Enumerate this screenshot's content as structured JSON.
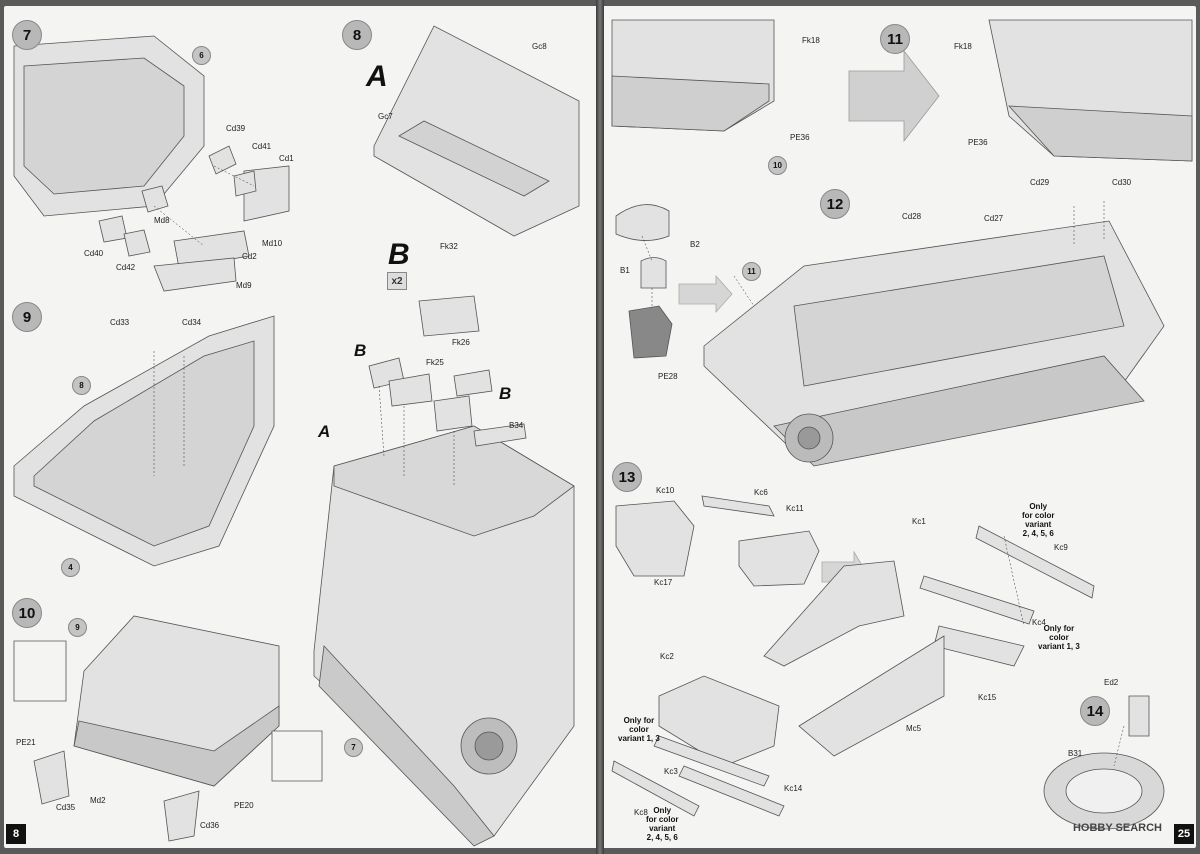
{
  "pages": {
    "left_number": "8",
    "right_number": "25"
  },
  "steps": {
    "s7": {
      "num": "7",
      "parts": [
        "Cd39",
        "Cd41",
        "Cd1",
        "Md8",
        "Cd40",
        "Cd42",
        "Md10",
        "Cd2",
        "Md9"
      ],
      "sub": "6"
    },
    "s8": {
      "num": "8",
      "sub_a": "A",
      "sub_b": "B",
      "multiplier": "x2",
      "parts": [
        "Gc8",
        "Gc7",
        "Fk32",
        "Fk26",
        "Fk25",
        "B34"
      ],
      "sub_circle": "7"
    },
    "s9": {
      "num": "9",
      "parts": [
        "Cd33",
        "Cd34"
      ],
      "sub_top": "8",
      "sub_bottom": "4"
    },
    "s10": {
      "num": "10",
      "sub": "9",
      "parts": [
        "PE21",
        "Cd35",
        "Md2",
        "Cd36",
        "PE20"
      ]
    },
    "s11": {
      "num": "11",
      "parts": [
        "Fk18",
        "PE36",
        "Fk18",
        "PE36"
      ],
      "sub": "10"
    },
    "s12": {
      "num": "12",
      "parts": [
        "B2",
        "B1",
        "PE28",
        "Cd28",
        "Cd27",
        "Cd29",
        "Cd30"
      ],
      "sub": "11"
    },
    "s13": {
      "num": "13",
      "parts": [
        "Kc10",
        "Kc6",
        "Kc11",
        "Kc17",
        "Kc1",
        "Kc9",
        "Kc4",
        "Kc15",
        "Kc2",
        "Mc5",
        "Kc3",
        "Kc14",
        "Kc8"
      ],
      "note1": "Only\nfor color\nvariant\n2, 4, 5, 6",
      "note2": "Only for\ncolor\nvariant 1, 3",
      "note3": "Only for\ncolor\nvariant 1, 3",
      "note4": "Only\nfor color\nvariant\n2, 4, 5, 6"
    },
    "s14": {
      "num": "14",
      "parts": [
        "Ed2",
        "B31"
      ]
    }
  },
  "watermark": "HOBBY SEARCH"
}
